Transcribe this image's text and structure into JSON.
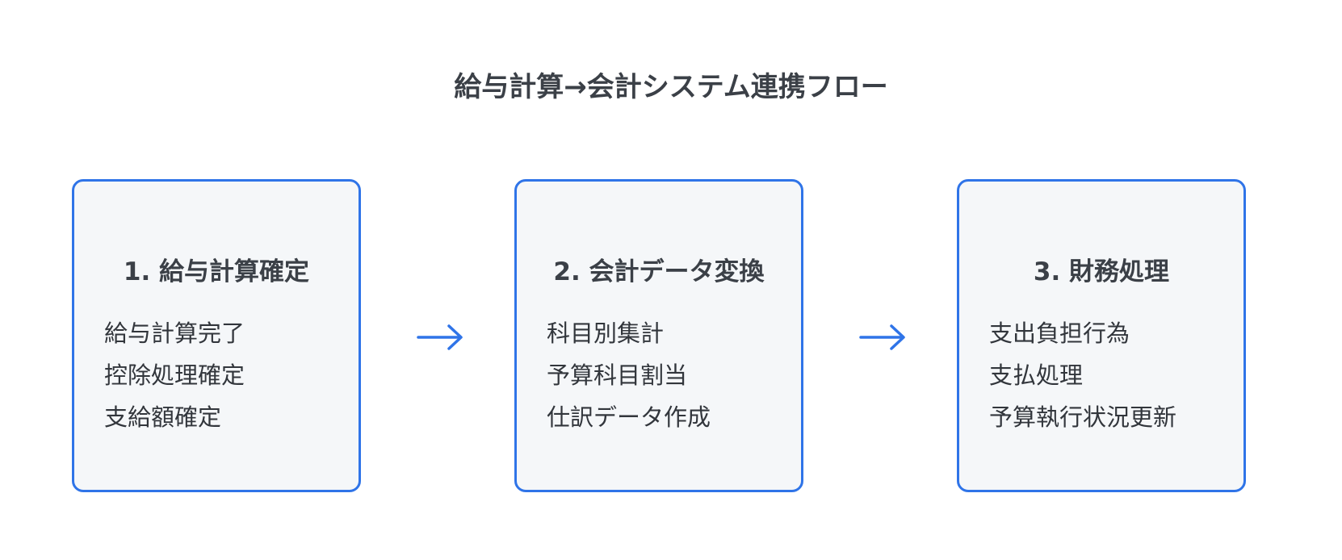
{
  "title": "給与計算→会計システム連携フロー",
  "colors": {
    "accent": "#2f74e8",
    "box_fill": "#f5f7f9",
    "text": "#3b4047"
  },
  "steps": [
    {
      "title": "1. 給与計算確定",
      "items": [
        "給与計算完了",
        "控除処理確定",
        "支給額確定"
      ]
    },
    {
      "title": "2. 会計データ変換",
      "items": [
        "科目別集計",
        "予算科目割当",
        "仕訳データ作成"
      ]
    },
    {
      "title": "3. 財務処理",
      "items": [
        "支出負担行為",
        "支払処理",
        "予算執行状況更新"
      ]
    }
  ],
  "arrows": [
    {
      "icon": "arrow-right-icon"
    },
    {
      "icon": "arrow-right-icon"
    }
  ]
}
